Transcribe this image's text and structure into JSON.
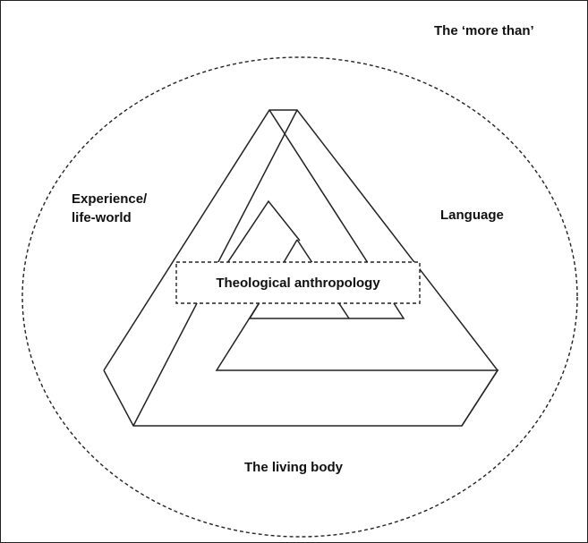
{
  "diagram": {
    "outer_label": "The ‘more than’",
    "left_label_line1": "Experience/",
    "left_label_line2": "life-world",
    "right_label": "Language",
    "bottom_label": "The living body",
    "center_label": "Theological anthropology"
  }
}
